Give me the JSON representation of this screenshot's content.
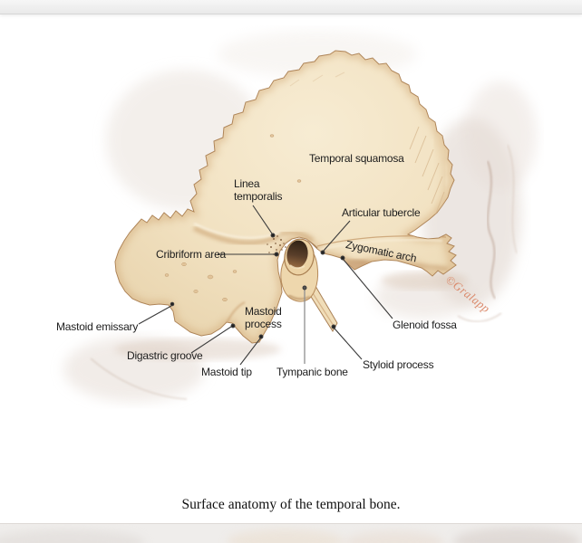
{
  "figure": {
    "labels": {
      "temporal_squamosa": "Temporal squamosa",
      "linea_temporalis": "Linea temporalis",
      "articular_tubercle": "Articular tubercle",
      "zygomatic_arch": "Zygomatic arch",
      "cribriform_area": "Cribriform area",
      "mastoid_emissary": "Mastoid emissary",
      "mastoid_process": "Mastoid process",
      "glenoid_fossa": "Glenoid fossa",
      "digastric_groove": "Digastric groove",
      "mastoid_tip": "Mastoid tip",
      "tympanic_bone": "Tympanic bone",
      "styloid_process": "Styloid process"
    },
    "signature": "©Gralapp",
    "caption": "Surface anatomy of the temporal bone."
  },
  "colors": {
    "bone_fill": "#f2e2c2",
    "bone_edge": "#a87e52",
    "bone_shading": "#d0a876",
    "meatus_dark": "#35251a",
    "label_text": "#1d1d1d",
    "leader_line": "#3a3a3a",
    "tympanic_leader_line": "#8f8f8f",
    "signature_text": "#d9805f",
    "background_sketch": "#ded3cb",
    "page_strip": "#efedeb"
  }
}
